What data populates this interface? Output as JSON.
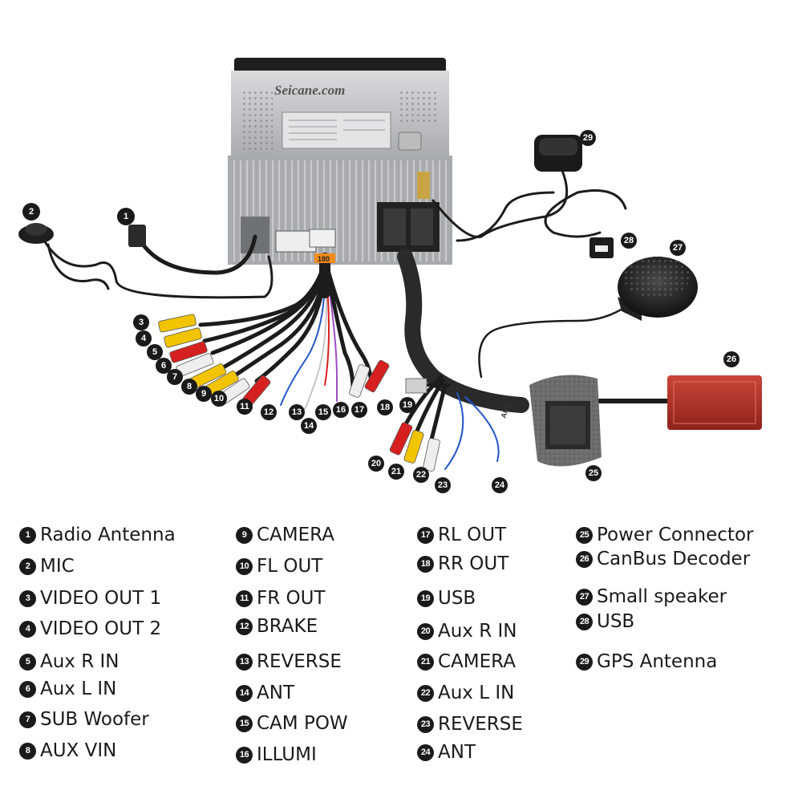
{
  "unit": {
    "brand_text": "Seicane.com"
  },
  "connectors": {
    "harness_tag": "180",
    "ant_tag": "ANT"
  },
  "callouts": [
    "1",
    "2",
    "3",
    "4",
    "5",
    "6",
    "7",
    "8",
    "9",
    "10",
    "11",
    "12",
    "13",
    "14",
    "15",
    "16",
    "17",
    "18",
    "19",
    "20",
    "21",
    "22",
    "23",
    "24",
    "25",
    "26",
    "27",
    "28",
    "29"
  ],
  "legend": [
    {
      "num": "1",
      "label": "Radio Antenna"
    },
    {
      "num": "2",
      "label": "MIC"
    },
    {
      "num": "3",
      "label": "VIDEO OUT 1"
    },
    {
      "num": "4",
      "label": "VIDEO OUT 2"
    },
    {
      "num": "5",
      "label": "Aux R IN"
    },
    {
      "num": "6",
      "label": "Aux L IN"
    },
    {
      "num": "7",
      "label": "SUB Woofer"
    },
    {
      "num": "8",
      "label": "AUX VIN"
    },
    {
      "num": "9",
      "label": "CAMERA"
    },
    {
      "num": "10",
      "label": "FL OUT"
    },
    {
      "num": "11",
      "label": "FR OUT"
    },
    {
      "num": "12",
      "label": "BRAKE"
    },
    {
      "num": "13",
      "label": "REVERSE"
    },
    {
      "num": "14",
      "label": "ANT"
    },
    {
      "num": "15",
      "label": "CAM POW"
    },
    {
      "num": "16",
      "label": "ILLUMI"
    },
    {
      "num": "17",
      "label": "RL OUT"
    },
    {
      "num": "18",
      "label": "RR OUT"
    },
    {
      "num": "19",
      "label": "USB"
    },
    {
      "num": "20",
      "label": "Aux R IN"
    },
    {
      "num": "21",
      "label": "CAMERA"
    },
    {
      "num": "22",
      "label": "Aux L IN"
    },
    {
      "num": "23",
      "label": "REVERSE"
    },
    {
      "num": "24",
      "label": "ANT"
    },
    {
      "num": "25",
      "label": "Power Connector"
    },
    {
      "num": "26",
      "label": "CanBus Decoder"
    },
    {
      "num": "27",
      "label": "Small speaker"
    },
    {
      "num": "28",
      "label": "USB"
    },
    {
      "num": "29",
      "label": "GPS Antenna"
    }
  ],
  "colors": {
    "unit_body": "#c9cccf",
    "heatsink": "#b7babd",
    "label_panel": "#e2e4e6",
    "cable_black": "#1c1c1c",
    "rca_yellow": "#f2c400",
    "rca_red": "#d62020",
    "rca_white": "#eeeeee",
    "sleeve_grey": "#6e6e6e",
    "decoder_red": "#b53328",
    "badge": "#1a1a1a"
  }
}
